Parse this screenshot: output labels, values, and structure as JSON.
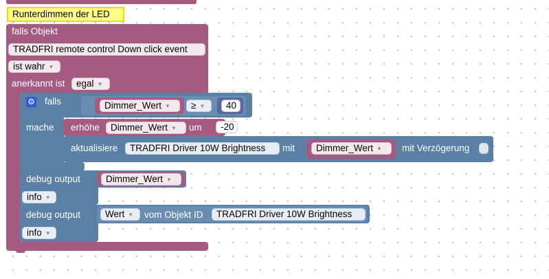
{
  "comment_text": "Runterdimmen der LED",
  "outer_if": {
    "label": "falls Objekt",
    "object_value": "TRADFRI remote control Down click event",
    "condition_value": "ist wahr",
    "ack_label": "anerkannt ist",
    "ack_value": "egal"
  },
  "inner_if": {
    "label": "falls",
    "variable": "Dimmer_Wert",
    "operator": "≥",
    "number": "40",
    "do_label": "mache"
  },
  "increase": {
    "label": "erhöhe",
    "variable": "Dimmer_Wert",
    "by_label": "um",
    "amount": "-20"
  },
  "update": {
    "label": "aktualisiere",
    "target": "TRADFRI Driver 10W Brightness",
    "with_label": "mit",
    "variable": "Dimmer_Wert",
    "delay_label": "mit Verzögerung"
  },
  "debug1": {
    "label": "debug output",
    "variable": "Dimmer_Wert",
    "level": "info"
  },
  "debug2": {
    "label": "debug output",
    "attribute": "Wert",
    "from_label": "vom Objekt ID",
    "object": "TRADFRI Driver 10W Brightness",
    "level": "info"
  },
  "colors": {
    "logic_block": "#a55b80",
    "action_block": "#5b80a5",
    "comment_background": "#ffff88",
    "comment_border": "#ffd700",
    "gear_icon": "#2f5bd8"
  }
}
